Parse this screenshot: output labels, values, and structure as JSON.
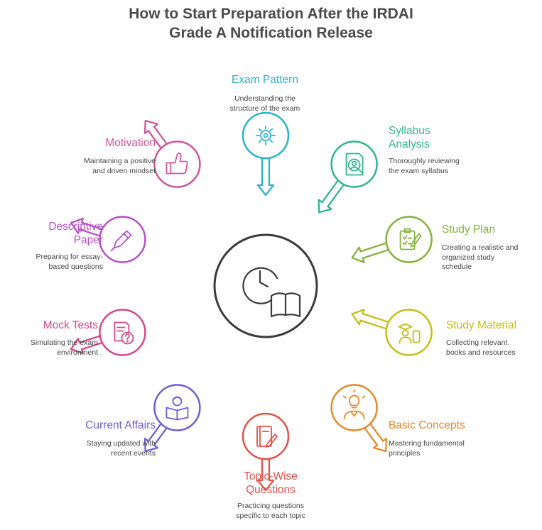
{
  "title": {
    "line1": "How to Start Preparation After the IRDAI",
    "line2": "Grade A Notification Release"
  },
  "center": {
    "icon": "clock-book-icon",
    "color": "#3a3a3a"
  },
  "steps": [
    {
      "id": "exam-pattern",
      "label": [
        "Exam Pattern"
      ],
      "desc": [
        "Understanding the",
        "structure of the exam"
      ],
      "color": "#2bb3c8",
      "icon": "gear-icon"
    },
    {
      "id": "syllabus-analysis",
      "label": [
        "Syllabus",
        "Analysis"
      ],
      "desc": [
        "Thoroughly reviewing",
        "the exam syllabus"
      ],
      "color": "#2fb48f",
      "icon": "document-search-icon"
    },
    {
      "id": "study-plan",
      "label": [
        "Study Plan"
      ],
      "desc": [
        "Creating a realistic and",
        "organized study",
        "schedule"
      ],
      "color": "#86b03b",
      "icon": "clipboard-pencil-icon"
    },
    {
      "id": "study-material",
      "label": [
        "Study Material"
      ],
      "desc": [
        "Collecting relevant",
        "books and resources"
      ],
      "color": "#c4be19",
      "icon": "graduate-phone-icon"
    },
    {
      "id": "basic-concepts",
      "label": [
        "Basic Concepts"
      ],
      "desc": [
        "Mastering fundamental",
        "principles"
      ],
      "color": "#e08a2c",
      "icon": "lightbulb-person-icon"
    },
    {
      "id": "topic-wise-questions",
      "label": [
        "Topic-Wise",
        "Questions"
      ],
      "desc": [
        "Practicing questions",
        "specific to each topic"
      ],
      "color": "#e0524a",
      "icon": "book-pencil-icon"
    },
    {
      "id": "current-affairs",
      "label": [
        "Current Affairs"
      ],
      "desc": [
        "Staying updated with",
        "recent events"
      ],
      "color": "#6f5fcf",
      "icon": "reader-icon"
    },
    {
      "id": "mock-tests",
      "label": [
        "Mock Tests"
      ],
      "desc": [
        "Simulating the exam",
        "environment"
      ],
      "color": "#d6488c",
      "icon": "test-paper-icon"
    },
    {
      "id": "descriptive-paper",
      "label": [
        "Descriptive",
        "Paper"
      ],
      "desc": [
        "Preparing for essay-",
        "based questions"
      ],
      "color": "#b552c6",
      "icon": "pen-icon"
    },
    {
      "id": "motivation",
      "label": [
        "Motivation"
      ],
      "desc": [
        "Maintaining a positive",
        "and driven mindset"
      ],
      "color": "#d0559c",
      "icon": "thumbs-up-icon"
    }
  ]
}
